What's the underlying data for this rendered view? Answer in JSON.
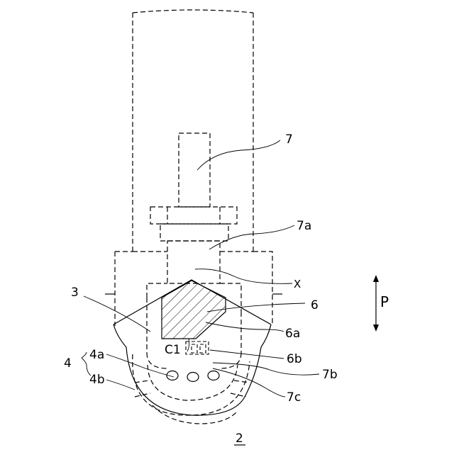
{
  "labels": {
    "part_7": "7",
    "part_7a": "7a",
    "part_x": "X",
    "part_3": "3",
    "part_6": "6",
    "part_6a": "6a",
    "part_c1": "C1",
    "part_6b": "6b",
    "part_4": "4",
    "part_4a": "4a",
    "part_4b": "4b",
    "part_7b": "7b",
    "part_7c": "7c",
    "direction_p": "P",
    "figure_number": "2"
  }
}
